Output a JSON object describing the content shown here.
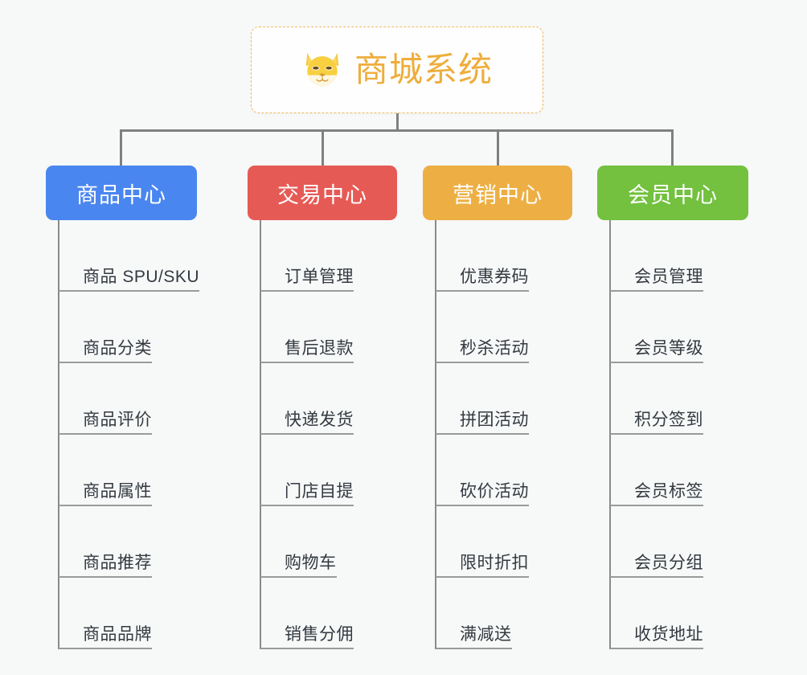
{
  "diagram": {
    "type": "mindmap",
    "background_color": "#f7f8f8",
    "root": {
      "title": "商城系统",
      "icon": "dog-face-icon",
      "text_color": "#eead3c",
      "border_color": "#f0b95a",
      "border_style": "dashed"
    },
    "categories": [
      {
        "label": "商品中心",
        "color": "#4a86ef",
        "items": [
          "商品 SPU/SKU",
          "商品分类",
          "商品评价",
          "商品属性",
          "商品推荐",
          "商品品牌"
        ]
      },
      {
        "label": "交易中心",
        "color": "#e65a56",
        "items": [
          "订单管理",
          "售后退款",
          "快递发货",
          "门店自提",
          "购物车",
          "销售分佣"
        ]
      },
      {
        "label": "营销中心",
        "color": "#edaf44",
        "items": [
          "优惠券码",
          "秒杀活动",
          "拼团活动",
          "砍价活动",
          "限时折扣",
          "满减送"
        ]
      },
      {
        "label": "会员中心",
        "color": "#73c13f",
        "items": [
          "会员管理",
          "会员等级",
          "积分签到",
          "会员标签",
          "会员分组",
          "收货地址"
        ]
      }
    ]
  }
}
